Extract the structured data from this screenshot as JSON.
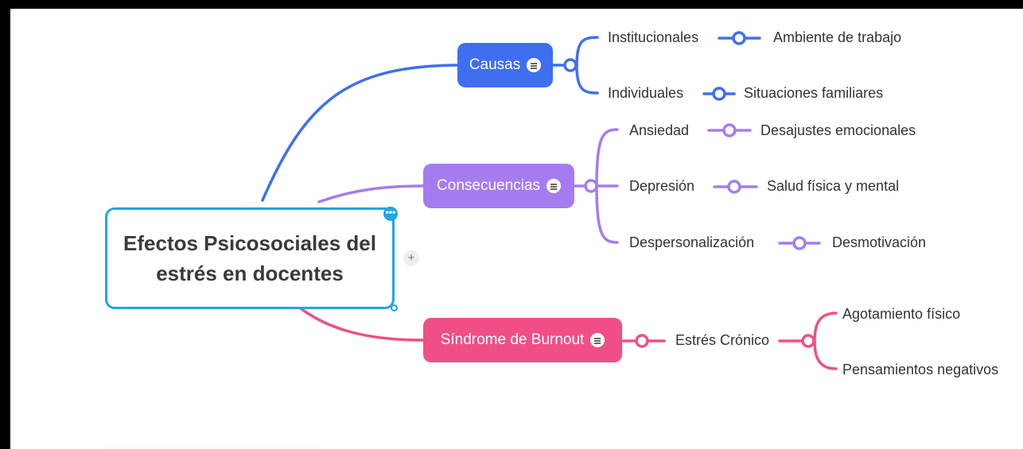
{
  "central": {
    "line1": "Efectos Psicosociales del",
    "line2": "estrés en docentes",
    "more_label": "•••",
    "plus_label": "+"
  },
  "colors": {
    "blue": "#3f6ff0",
    "purple": "#a57cf0",
    "pink": "#ef4f86",
    "central_border": "#1ea6ea"
  },
  "branches": [
    {
      "label": "Causas",
      "icon": "note-icon",
      "children": [
        {
          "label": "Institucionales",
          "leaf": "Ambiente de trabajo"
        },
        {
          "label": "Individuales",
          "leaf": "Situaciones familiares"
        }
      ]
    },
    {
      "label": "Consecuencias",
      "icon": "note-icon",
      "children": [
        {
          "label": "Ansiedad",
          "leaf": "Desajustes emocionales"
        },
        {
          "label": "Depresión",
          "leaf": "Salud física y mental"
        },
        {
          "label": "Despersonalización",
          "leaf": "Desmotivación"
        }
      ]
    },
    {
      "label": "Síndrome de Burnout",
      "icon": "note-icon",
      "children": [
        {
          "label": "Estrés Crónico",
          "leaves": [
            "Agotamiento físico",
            "Pensamientos negativos"
          ]
        }
      ]
    }
  ]
}
